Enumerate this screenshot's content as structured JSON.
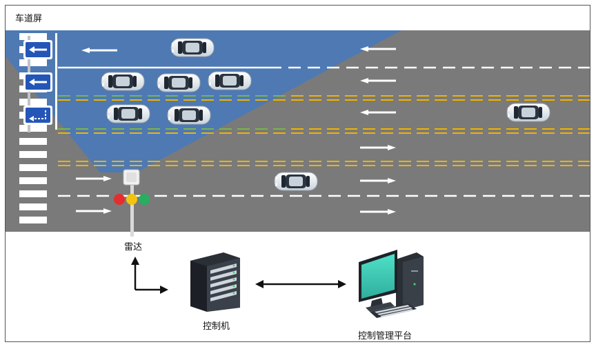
{
  "labels": {
    "lane_screen": "车道屏",
    "radar": "雷达",
    "controller": "控制机",
    "platform": "控制管理平台"
  },
  "colors": {
    "road": "#7a7a7a",
    "radar_beam": "#3d78c9",
    "lane_white": "#ffffff",
    "lane_yellow": "#f0b400",
    "lane_green": "#5cb85c",
    "sign_blue": "#2456b8",
    "monitor_screen": "#3cc8b4",
    "traffic_red": "#e52d2d",
    "traffic_yellow": "#f1c40f",
    "traffic_green": "#27ae60"
  },
  "icons": {
    "lane_signs": [
      "arrow-left-icon",
      "arrow-left-icon",
      "turn-left-icon"
    ],
    "radar": "radar-sensor-icon",
    "controller": "server-cabinet-icon",
    "platform": "desktop-computer-icon",
    "link": "double-arrow-icon",
    "axis": "axis-arrows-icon"
  }
}
